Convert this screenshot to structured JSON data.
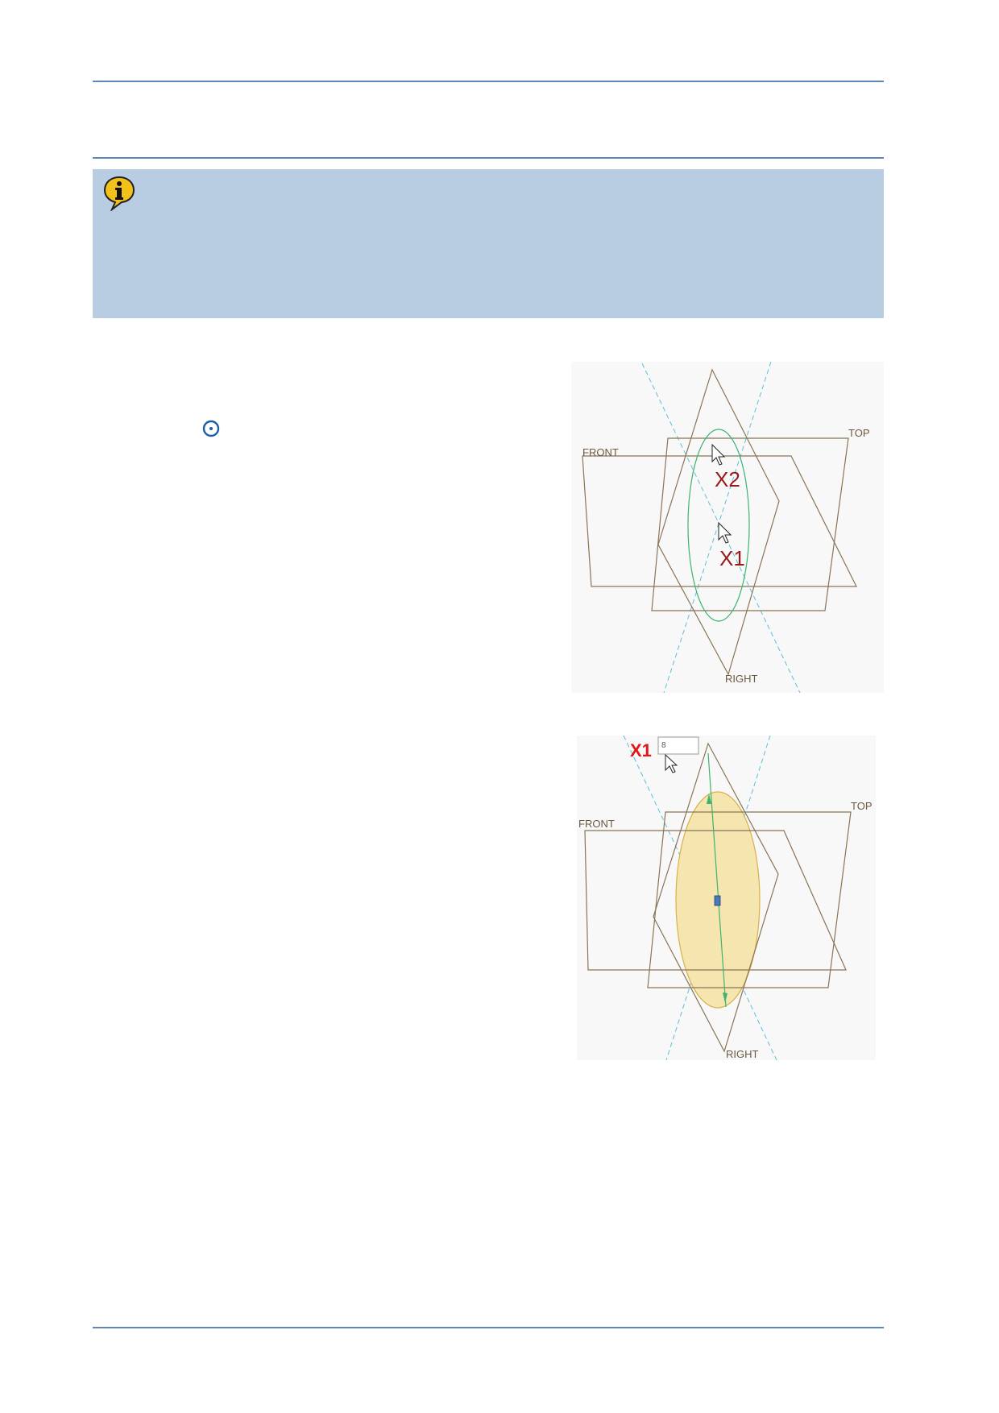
{
  "colors": {
    "rule": "#5a86b8",
    "info_background": "#b8cce2",
    "plane_lines": "#8b7355",
    "reference_lines": "#5bc0d8",
    "ellipse_outline": "#3cb371",
    "ellipse_fill": "#f5e6b0",
    "callout_red": "#9a1818"
  },
  "info_box": {
    "icon": "info-speech-bubble-icon"
  },
  "toolbar_icon": {
    "icon": "ellipse-tool-icon"
  },
  "figure1": {
    "planes": {
      "top": "TOP",
      "front": "FRONT",
      "right": "RIGHT"
    },
    "callouts": {
      "first": "X1",
      "second": "X2"
    }
  },
  "figure2": {
    "planes": {
      "top": "TOP",
      "front": "FRONT",
      "right": "RIGHT"
    },
    "callout": "X1",
    "dimension_input_value": "8"
  }
}
